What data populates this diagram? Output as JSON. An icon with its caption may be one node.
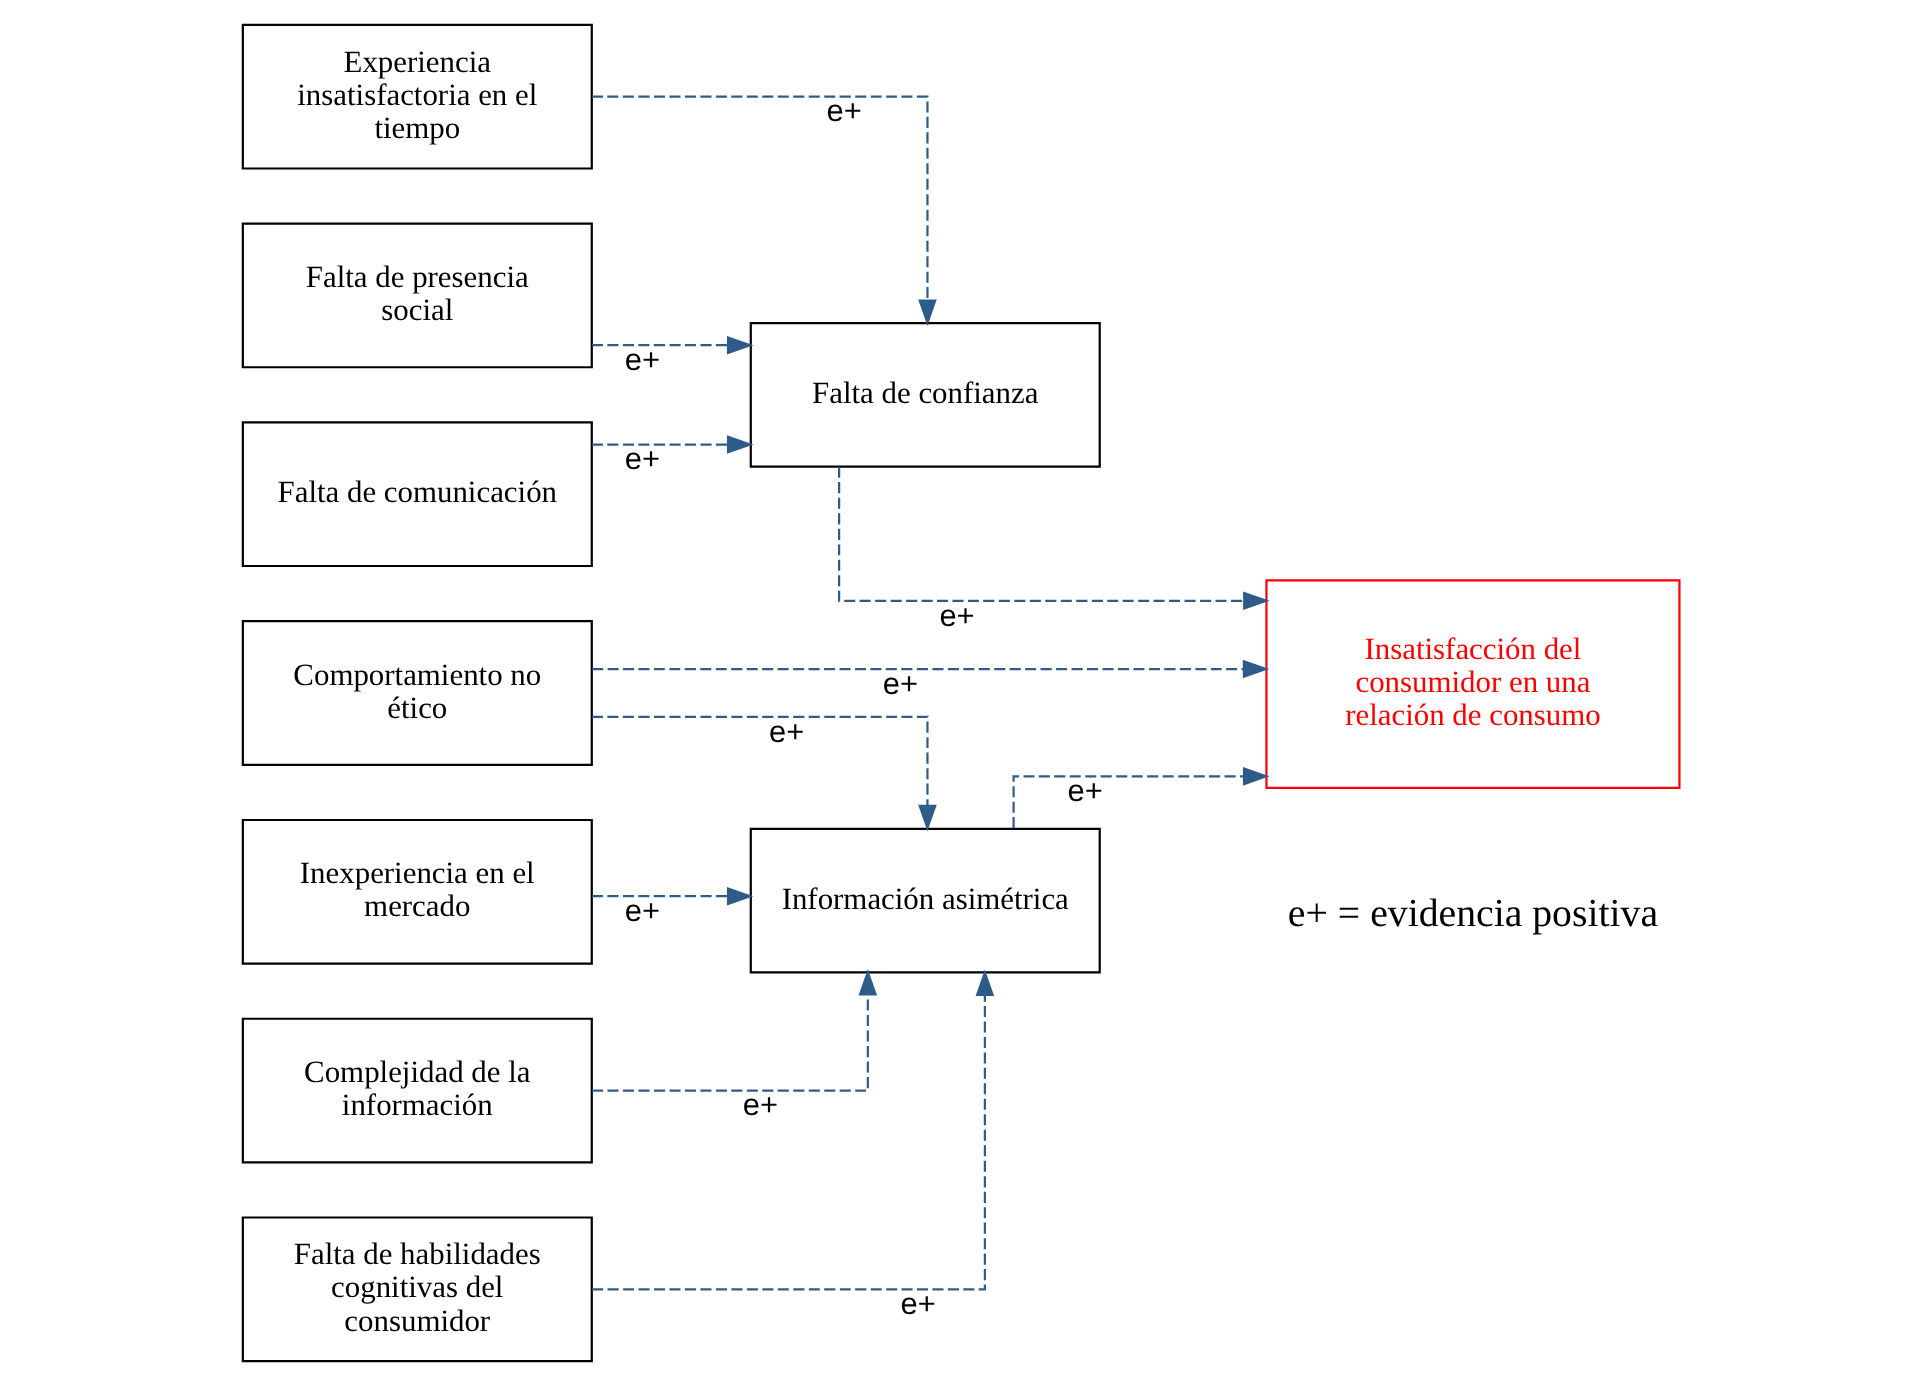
{
  "diagram": {
    "nodes": [
      {
        "text": [
          "Experiencia insatisfactoria en el tiempo"
        ]
      },
      {
        "text": [
          "Falta de presencia social"
        ]
      },
      {
        "text": [
          "Falta de comunicación"
        ]
      },
      {
        "text": [
          "Falta de confianza"
        ]
      },
      {
        "text": [
          "Comportamiento no ético"
        ]
      },
      {
        "text": [
          "Insatisfacción del consumidor en una relación de consumo"
        ]
      },
      {
        "text": [
          "Inexperiencia en el mercado"
        ]
      },
      {
        "text": [
          "Complejidad de la información"
        ]
      },
      {
        "text": [
          "Falta de habilidades cognitivas del consumidor"
        ]
      },
      {
        "text": [
          "Información asimétrica"
        ]
      }
    ],
    "edges": [
      {
        "from": 0,
        "to": 3,
        "arrow": "to",
        "label": "e+",
        "style": "dashed"
      },
      {
        "from": 1,
        "to": 3,
        "arrow": "to",
        "label": "e+",
        "style": "dashed"
      },
      {
        "from": 2,
        "to": 3,
        "arrow": "to",
        "label": "e+",
        "style": "dashed"
      },
      {
        "from": 3,
        "to": 5,
        "arrow": "to",
        "label": "e+",
        "style": "dashed"
      },
      {
        "from": 4,
        "to": 5,
        "arrow": "to",
        "label": "e+",
        "style": "dashed"
      },
      {
        "from": 4,
        "to": 9,
        "arrow": "to",
        "label": "e+",
        "style": "dashed"
      },
      {
        "from": 6,
        "to": 9,
        "arrow": "to",
        "label": "e+",
        "style": "dashed"
      },
      {
        "from": 7,
        "to": 9,
        "arrow": "to",
        "label": "e+",
        "style": "dashed"
      },
      {
        "from": 8,
        "to": 9,
        "arrow": "to",
        "label": "e+",
        "style": "dashed"
      },
      {
        "from": 9,
        "to": 5,
        "arrow": "to",
        "label": "e+",
        "style": "dashed"
      }
    ],
    "labels": [
      "e+ = evidencia positiva"
    ]
  }
}
